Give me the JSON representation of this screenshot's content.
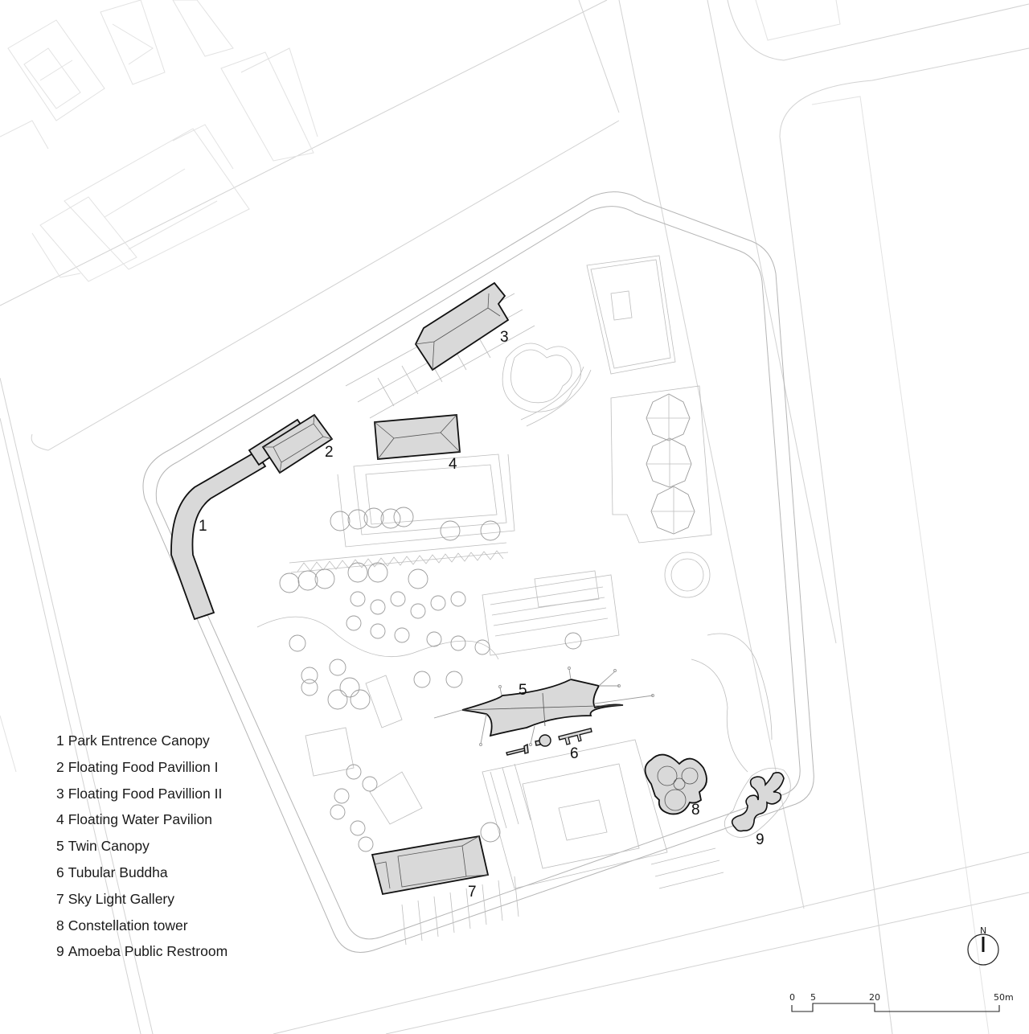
{
  "legend": {
    "items": [
      {
        "num": "1",
        "label": "Park Entrence Canopy"
      },
      {
        "num": "2",
        "label": "Floating Food Pavillion I"
      },
      {
        "num": "3",
        "label": "Floating Food Pavillion II"
      },
      {
        "num": "4",
        "label": "Floating Water Pavilion"
      },
      {
        "num": "5",
        "label": "Twin Canopy"
      },
      {
        "num": "6",
        "label": "Tubular Buddha"
      },
      {
        "num": "7",
        "label": "Sky Light Gallery"
      },
      {
        "num": "8",
        "label": "Constellation tower"
      },
      {
        "num": "9",
        "label": "Amoeba Public Restroom"
      }
    ]
  },
  "plan_labels": {
    "b1": "1",
    "b2": "2",
    "b3": "3",
    "b4": "4",
    "b5": "5",
    "b6": "6",
    "b7": "7",
    "b8": "8",
    "b9": "9"
  },
  "north_arrow": {
    "label": "N"
  },
  "scale_bar": {
    "ticks": [
      "0",
      "5",
      "20",
      "50m"
    ]
  },
  "colors": {
    "building_fill": "#d9d9d9",
    "building_stroke": "#111111",
    "linework": "#b5b5b5",
    "background": "#ffffff"
  }
}
